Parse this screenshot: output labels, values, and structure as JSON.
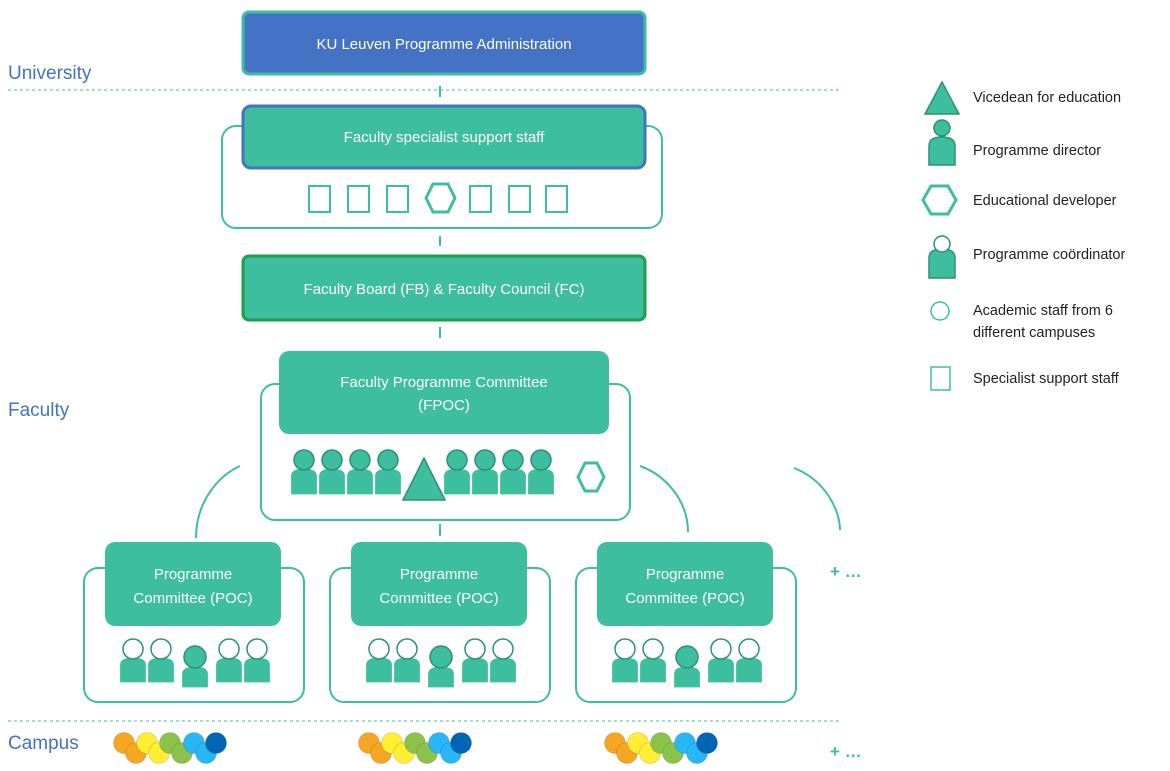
{
  "levels": {
    "university": "University",
    "faculty": "Faculty",
    "campus": "Campus"
  },
  "boxes": {
    "admin": "KU Leuven Programme Administration",
    "specialist": "Faculty specialist support staff",
    "board": "Faculty Board (FB) & Faculty Council (FC)",
    "fpoc_line1": "Faculty Programme Committee",
    "fpoc_line2": "(FPOC)",
    "poc_line1": "Programme",
    "poc_line2": "Committee (POC)"
  },
  "more_label": "+ …",
  "legend": [
    {
      "icon": "triangle-icon",
      "lines": [
        "Vicedean for education"
      ]
    },
    {
      "icon": "person-filled-icon",
      "lines": [
        "Programme director"
      ]
    },
    {
      "icon": "hexagon-icon",
      "lines": [
        "Educational developer"
      ]
    },
    {
      "icon": "person-white-head-icon",
      "lines": [
        "Programme coördinator"
      ]
    },
    {
      "icon": "circle-icon",
      "lines": [
        "Academic staff from 6",
        "different campuses"
      ]
    },
    {
      "icon": "square-icon",
      "lines": [
        "Specialist support staff"
      ]
    }
  ],
  "colors": {
    "teal": "#3dbf9f",
    "teal_dark": "#2e8f78",
    "blue": "#4472c4",
    "green_border": "#1e9e4a",
    "campus_dots": [
      "#f5a623",
      "#ffee33",
      "#8bc34a",
      "#29b6f6",
      "#0066b3"
    ]
  }
}
